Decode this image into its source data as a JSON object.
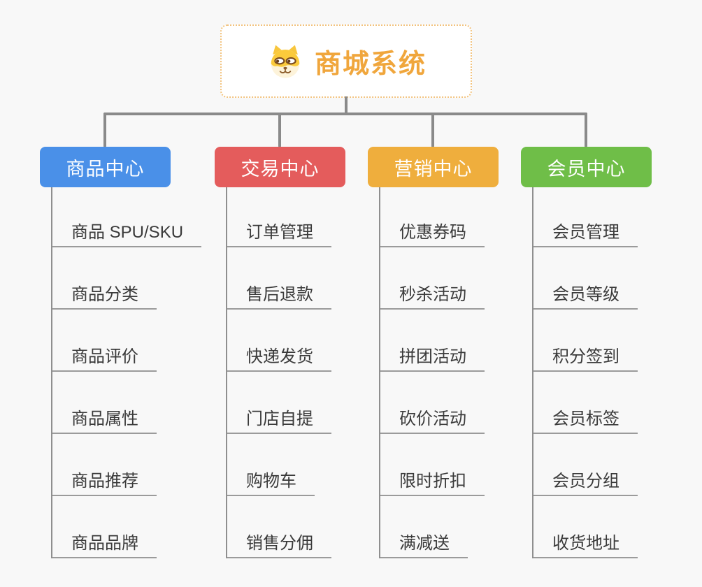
{
  "root": {
    "title": "商城系统",
    "icon": "shiba-dog-icon"
  },
  "colors": {
    "background": "#f8f8f8",
    "root_border": "#f2c37e",
    "root_text": "#f0a63c",
    "connector_line": "#8a8a8a",
    "item_underline": "#9b9b9b",
    "item_text": "#3a3a3a",
    "branch_product": "#4a90e8",
    "branch_trade": "#e45c5c",
    "branch_marketing": "#efae3d",
    "branch_member": "#6fbe48"
  },
  "branches": [
    {
      "label": "商品中心",
      "color": "#4a90e8",
      "items": [
        "商品 SPU/SKU",
        "商品分类",
        "商品评价",
        "商品属性",
        "商品推荐",
        "商品品牌"
      ]
    },
    {
      "label": "交易中心",
      "color": "#e45c5c",
      "items": [
        "订单管理",
        "售后退款",
        "快递发货",
        "门店自提",
        "购物车",
        "销售分佣"
      ]
    },
    {
      "label": "营销中心",
      "color": "#efae3d",
      "items": [
        "优惠券码",
        "秒杀活动",
        "拼团活动",
        "砍价活动",
        "限时折扣",
        "满减送"
      ]
    },
    {
      "label": "会员中心",
      "color": "#6fbe48",
      "items": [
        "会员管理",
        "会员等级",
        "积分签到",
        "会员标签",
        "会员分组",
        "收货地址"
      ]
    }
  ]
}
